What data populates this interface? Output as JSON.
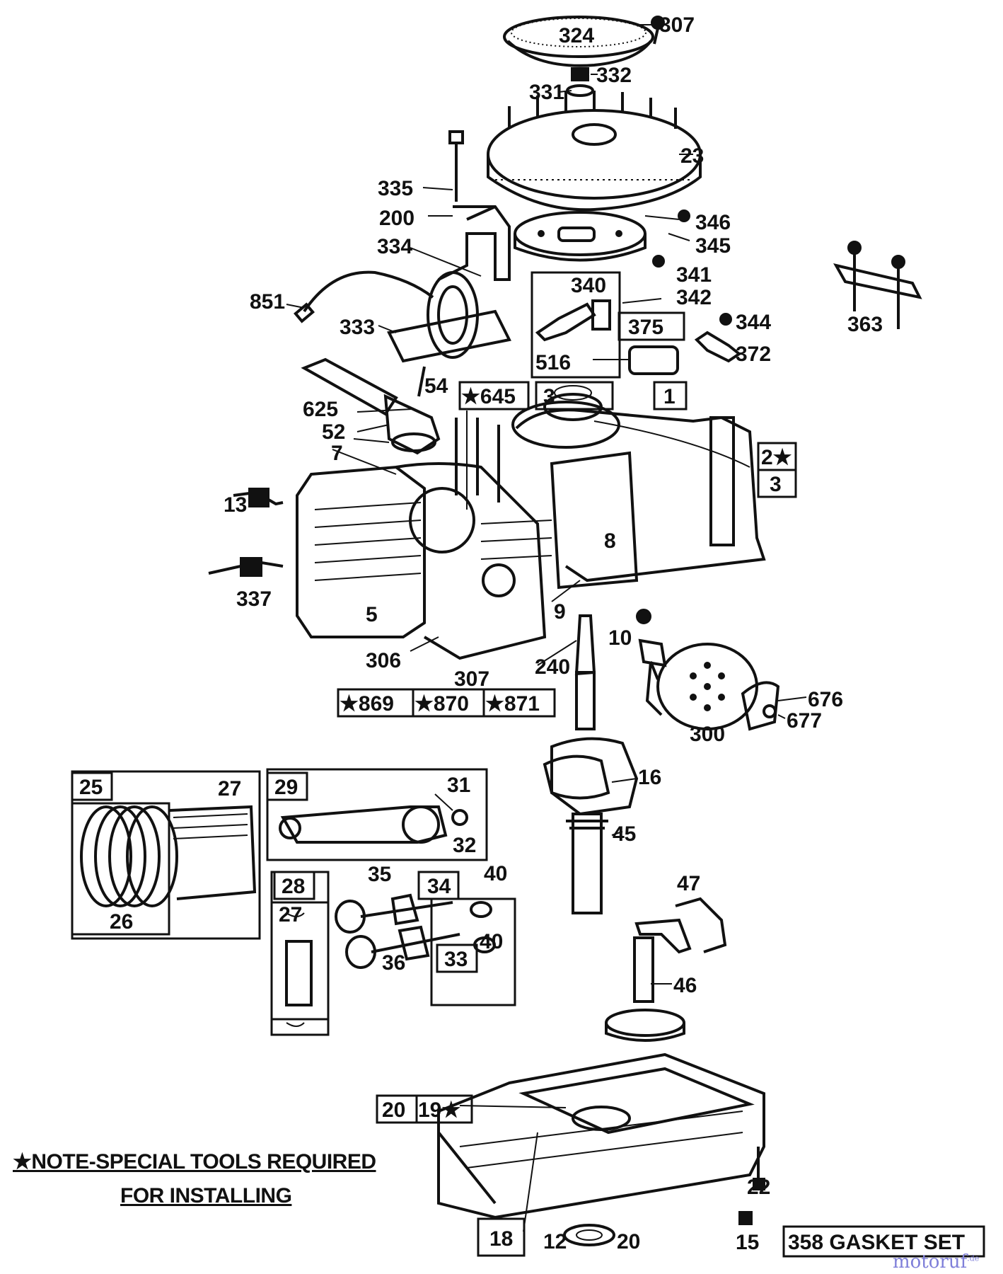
{
  "diagram": {
    "labels": [
      {
        "id": "p307a",
        "text": "307"
      },
      {
        "id": "p324",
        "text": "324"
      },
      {
        "id": "p332",
        "text": "332"
      },
      {
        "id": "p331",
        "text": "331"
      },
      {
        "id": "p23",
        "text": "23"
      },
      {
        "id": "p335",
        "text": "335"
      },
      {
        "id": "p200",
        "text": "200"
      },
      {
        "id": "p346",
        "text": "346"
      },
      {
        "id": "p345",
        "text": "345"
      },
      {
        "id": "p334",
        "text": "334"
      },
      {
        "id": "p341",
        "text": "341"
      },
      {
        "id": "p340",
        "text": "340"
      },
      {
        "id": "p342",
        "text": "342"
      },
      {
        "id": "p851",
        "text": "851"
      },
      {
        "id": "p333",
        "text": "333"
      },
      {
        "id": "p344",
        "text": "344"
      },
      {
        "id": "p363",
        "text": "363"
      },
      {
        "id": "p372",
        "text": "372"
      },
      {
        "id": "p516",
        "text": "516"
      },
      {
        "id": "p54",
        "text": "54"
      },
      {
        "id": "p625",
        "text": "625"
      },
      {
        "id": "p52",
        "text": "52"
      },
      {
        "id": "p7",
        "text": "7"
      },
      {
        "id": "p13",
        "text": "13"
      },
      {
        "id": "p8",
        "text": "8"
      },
      {
        "id": "p337",
        "text": "337"
      },
      {
        "id": "p5",
        "text": "5"
      },
      {
        "id": "p9",
        "text": "9"
      },
      {
        "id": "p10",
        "text": "10"
      },
      {
        "id": "p306",
        "text": "306"
      },
      {
        "id": "p307b",
        "text": "307"
      },
      {
        "id": "p240",
        "text": "240"
      },
      {
        "id": "p676",
        "text": "676"
      },
      {
        "id": "p677",
        "text": "677"
      },
      {
        "id": "p300",
        "text": "300"
      },
      {
        "id": "p27a",
        "text": "27"
      },
      {
        "id": "p31",
        "text": "31"
      },
      {
        "id": "p16",
        "text": "16"
      },
      {
        "id": "p32",
        "text": "32"
      },
      {
        "id": "p45",
        "text": "45"
      },
      {
        "id": "p26",
        "text": "26"
      },
      {
        "id": "p35",
        "text": "35"
      },
      {
        "id": "p40a",
        "text": "40"
      },
      {
        "id": "p47",
        "text": "47"
      },
      {
        "id": "p40b",
        "text": "40"
      },
      {
        "id": "p36",
        "text": "36"
      },
      {
        "id": "p46",
        "text": "46"
      },
      {
        "id": "p22",
        "text": "22"
      },
      {
        "id": "p12",
        "text": "12"
      },
      {
        "id": "p20b",
        "text": "20"
      },
      {
        "id": "p15",
        "text": "15"
      }
    ],
    "boxed_labels": [
      {
        "id": "b375",
        "text": "375"
      },
      {
        "id": "b645",
        "text": "★645"
      },
      {
        "id": "b3top",
        "text": "3"
      },
      {
        "id": "b1",
        "text": "1"
      },
      {
        "id": "b2",
        "text": "2★"
      },
      {
        "id": "b3",
        "text": "3"
      },
      {
        "id": "b869",
        "text": "★869"
      },
      {
        "id": "b870",
        "text": "★870"
      },
      {
        "id": "b871",
        "text": "★871"
      },
      {
        "id": "b25",
        "text": "25"
      },
      {
        "id": "b29",
        "text": "29"
      },
      {
        "id": "b28",
        "text": "28"
      },
      {
        "id": "b27",
        "text": "27"
      },
      {
        "id": "b34",
        "text": "34"
      },
      {
        "id": "b33",
        "text": "33"
      },
      {
        "id": "b20",
        "text": "20"
      },
      {
        "id": "b19",
        "text": "19★"
      },
      {
        "id": "b18",
        "text": "18"
      },
      {
        "id": "b358",
        "text": "358 GASKET SET"
      }
    ]
  },
  "notes": {
    "line1": "★NOTE-SPECIAL TOOLS REQUIRED",
    "line2": "FOR INSTALLING"
  },
  "watermark": {
    "text": "motoruf",
    "suffix": ".de",
    "color": "#7f7fd9"
  }
}
